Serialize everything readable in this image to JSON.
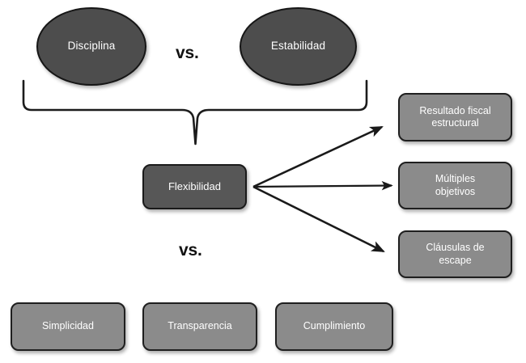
{
  "diagram": {
    "title_text": "Disciplina vs. Estabilidad / Flexibilidad vs. Simplicidad, Transparencia, Cumplimiento",
    "colors": {
      "ellipse_fill": "#4d4d4d",
      "dark_box_fill": "#575757",
      "mid_box_fill": "#8b8b8b",
      "outline": "#1a1a1a",
      "arrow": "#1a1a1a",
      "text": "#ffffff",
      "label_text": "#111111",
      "background": "#ffffff"
    },
    "top_nodes": [
      {
        "id": "disciplina",
        "label": "Disciplina"
      },
      {
        "id": "estabilidad",
        "label": "Estabilidad"
      }
    ],
    "versus_labels": [
      {
        "id": "vs-top",
        "label": "vs."
      },
      {
        "id": "vs-bottom",
        "label": "vs."
      }
    ],
    "center_node": {
      "id": "flexibilidad",
      "label": "Flexibilidad"
    },
    "right_nodes": [
      {
        "id": "resultado-fiscal-estructural",
        "line1": "Resultado fiscal",
        "line2": "estructural"
      },
      {
        "id": "multiples-objetivos",
        "line1": "Múltiples",
        "line2": "objetivos"
      },
      {
        "id": "clausulas-de-escape",
        "line1": "Cláusulas de",
        "line2": "escape"
      }
    ],
    "bottom_nodes": [
      {
        "id": "simplicidad",
        "label": "Simplicidad"
      },
      {
        "id": "transparencia",
        "label": "Transparencia"
      },
      {
        "id": "cumplimiento",
        "label": "Cumplimiento"
      }
    ],
    "connectors": {
      "brace_label": "curly-brace-grouping-top-nodes",
      "arrows": [
        {
          "id": "arrow-to-resultado-fiscal-estructural"
        },
        {
          "id": "arrow-to-multiples-objetivos"
        },
        {
          "id": "arrow-to-clausulas-de-escape"
        }
      ]
    }
  }
}
